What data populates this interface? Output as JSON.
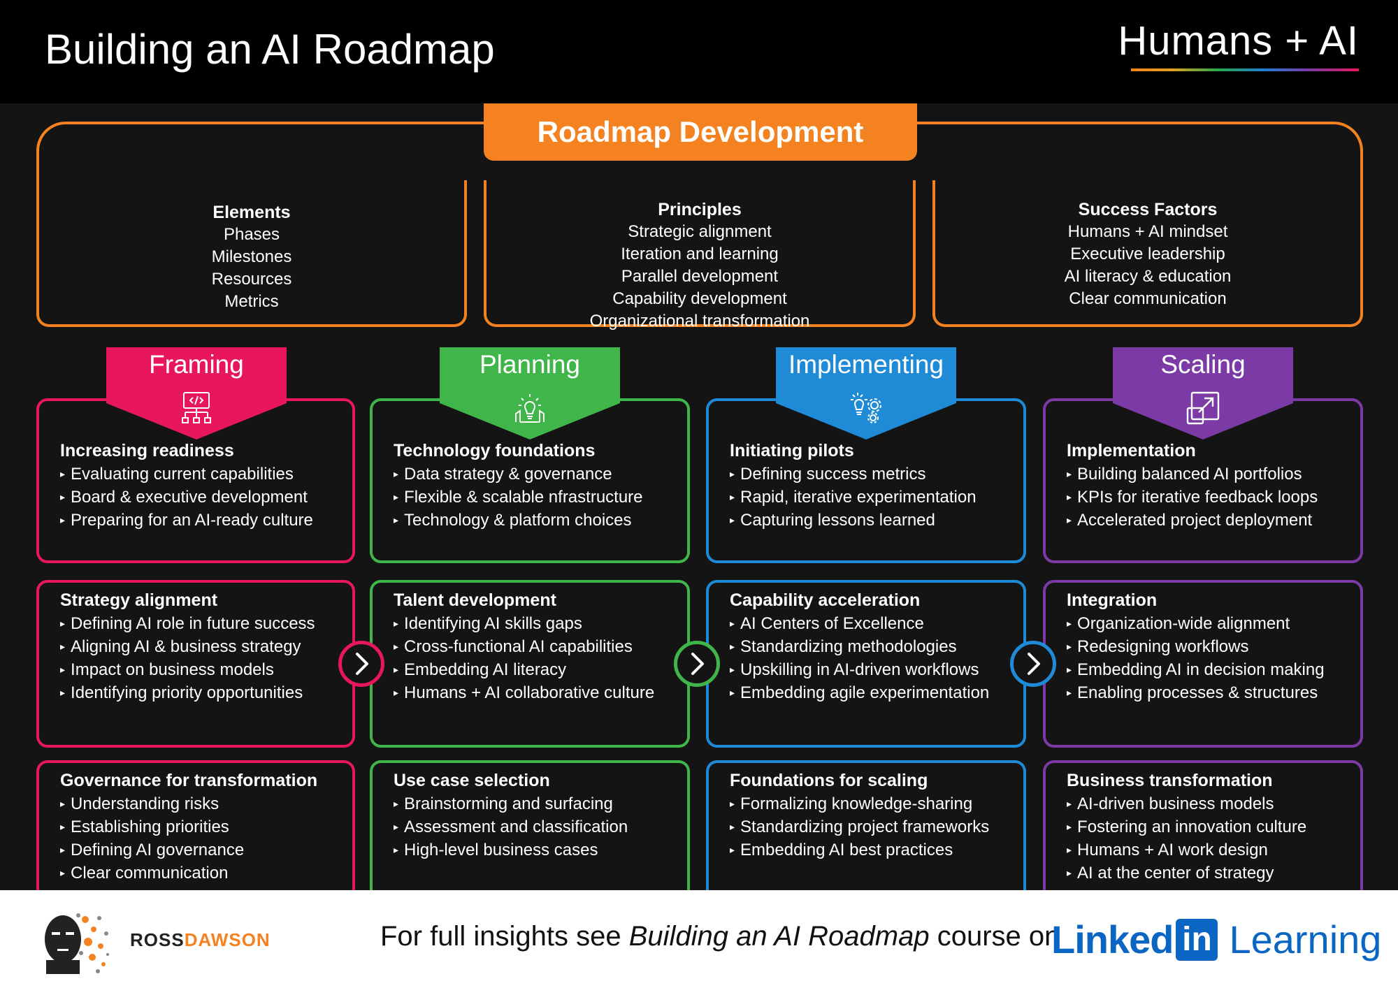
{
  "header": {
    "title": "Building an AI Roadmap",
    "brand": "Humans + AI"
  },
  "roadmap_development": {
    "banner": "Roadmap Development",
    "boxes": [
      {
        "heading": "Elements",
        "items": [
          "Phases",
          "Milestones",
          "Resources",
          "Metrics"
        ]
      },
      {
        "heading": "Principles",
        "items": [
          "Strategic alignment",
          "Iteration and learning",
          "Parallel development",
          "Capability development",
          "Organizational transformation"
        ]
      },
      {
        "heading": "Success Factors",
        "items": [
          "Humans + AI mindset",
          "Executive leadership",
          "AI literacy & education",
          "Clear communication"
        ]
      }
    ]
  },
  "phases": [
    {
      "name": "Framing",
      "color": "#e8175d",
      "icon": "code-presentation-icon",
      "cards": [
        {
          "title": "Increasing readiness",
          "items": [
            "Evaluating current capabilities",
            "Board & executive development",
            "Preparing for an AI-ready culture"
          ]
        },
        {
          "title": "Strategy alignment",
          "items": [
            "Defining AI role in future success",
            "Aligning AI & business strategy",
            "Impact on business models",
            "Identifying priority opportunities"
          ]
        },
        {
          "title": "Governance for transformation",
          "items": [
            "Understanding risks",
            "Establishing priorities",
            "Defining AI governance",
            "Clear communication"
          ]
        }
      ]
    },
    {
      "name": "Planning",
      "color": "#3fb54a",
      "icon": "lightbulb-hand-icon",
      "cards": [
        {
          "title": "Technology foundations",
          "items": [
            "Data strategy & governance",
            "Flexible & scalable nfrastructure",
            "Technology & platform choices"
          ]
        },
        {
          "title": "Talent development",
          "items": [
            "Identifying AI skills gaps",
            "Cross-functional AI capabilities",
            "Embedding AI literacy",
            "Humans + AI collaborative culture"
          ]
        },
        {
          "title": "Use case selection",
          "items": [
            "Brainstorming and surfacing",
            "Assessment and classification",
            "High-level business cases"
          ]
        }
      ]
    },
    {
      "name": "Implementing",
      "color": "#1f8ad6",
      "icon": "idea-gears-icon",
      "cards": [
        {
          "title": "Initiating pilots",
          "items": [
            "Defining success metrics",
            "Rapid, iterative experimentation",
            "Capturing lessons learned"
          ]
        },
        {
          "title": "Capability acceleration",
          "items": [
            "AI Centers of Excellence",
            "Standardizing methodologies",
            "Upskilling in AI-driven workflows",
            "Embedding agile experimentation"
          ]
        },
        {
          "title": "Foundations for scaling",
          "items": [
            "Formalizing knowledge-sharing",
            "Standardizing project frameworks",
            "Embedding AI best practices"
          ]
        }
      ]
    },
    {
      "name": "Scaling",
      "color": "#7b3aa6",
      "icon": "expand-arrow-icon",
      "cards": [
        {
          "title": "Implementation",
          "items": [
            "Building balanced AI portfolios",
            "KPIs for iterative feedback loops",
            "Accelerated project deployment"
          ]
        },
        {
          "title": "Integration",
          "items": [
            "Organization-wide alignment",
            "Redesigning workflows",
            "Embedding AI in decision making",
            "Enabling processes & structures"
          ]
        },
        {
          "title": "Business transformation",
          "items": [
            "AI-driven business models",
            "Fostering an innovation culture",
            "Humans + AI work design",
            "AI at the center of strategy"
          ]
        }
      ]
    }
  ],
  "footer": {
    "author_first": "ROSS",
    "author_last": "DAWSON",
    "cta_prefix": "For full insights see ",
    "cta_course": "Building an AI Roadmap",
    "cta_suffix": " course on",
    "platform_word1": "Linked",
    "platform_box": "in",
    "platform_word2": "Learning"
  }
}
